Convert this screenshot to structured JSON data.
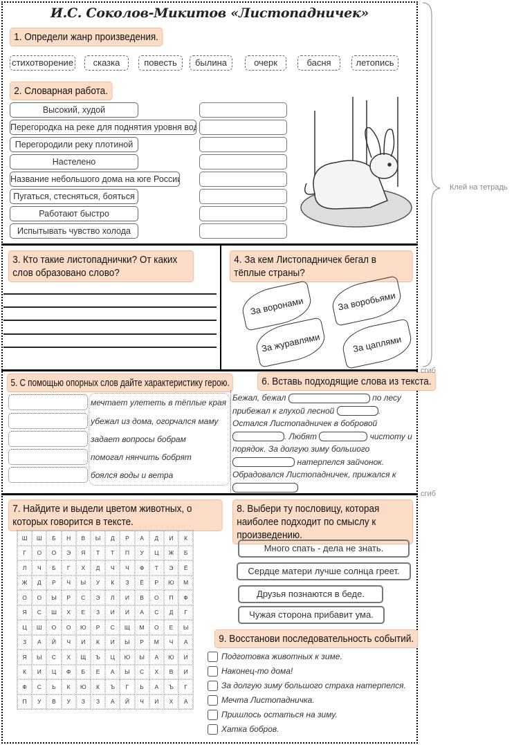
{
  "title": "И.С. Соколов-Микитов «Листопадничек»",
  "s1": {
    "header": "1. Определи жанр произведения.",
    "genres": [
      "стихотворение",
      "сказка",
      "повесть",
      "былина",
      "очерк",
      "басня",
      "летопись"
    ]
  },
  "s2": {
    "header": "2. Словарная работа.",
    "definitions": [
      "Высокий, худой",
      "Перегородка на реке для поднятия уровня воды",
      "Перегородили реку плотиной",
      "Настелено",
      "Название небольшого дома на юге России",
      "Пугаться, стесняться, бояться",
      "Работают быстро",
      "Испытывать чувство холода"
    ],
    "image": "rabbit-illustration"
  },
  "s3": {
    "header": "3. Кто такие листопаднички? От каких слов образовано слово?"
  },
  "s4": {
    "header": "4. За кем Листопадничек бегал в тёплые страны?",
    "options": [
      "За воронами",
      "За воробьями",
      "За журавлями",
      "За цаплями"
    ]
  },
  "s5": {
    "header": "5. С помощью опорных слов дайте характеристику герою.",
    "phrases": [
      "мечтает улететь в тёплые края",
      "убежал из дома, огорчался маму",
      "задает вопросы бобрам",
      "помогал нянчить бобрят",
      "боялся воды и ветра"
    ]
  },
  "s6": {
    "header": "6. Вставь подходящие слова из текста.",
    "t1": "Бежал, бежал",
    "t2": "по лесу прибежал к глухой лесной",
    "t3": ". Остался Листопадничек в бобровой",
    "t4": ". Любят",
    "t5": "чистоту и порядок. За долгую зиму большого",
    "t6": "натерпелся зайчонок. Обрадовался Листопадничек, прижался к"
  },
  "s7": {
    "header": "7. Найдите и выдели цветом животных, о которых говорится в тексте.",
    "grid": [
      [
        "Ш",
        "Ш",
        "Б",
        "Н",
        "В",
        "Ы",
        "Д",
        "Р",
        "А",
        "Д",
        "И",
        "К"
      ],
      [
        "Г",
        "О",
        "О",
        "Э",
        "Я",
        "Т",
        "Т",
        "П",
        "У",
        "Ц",
        "Ж",
        "Б"
      ],
      [
        "Л",
        "Ч",
        "Б",
        "Г",
        "Х",
        "Д",
        "Ч",
        "Ч",
        "Ф",
        "Т",
        "Э",
        "Ё"
      ],
      [
        "Ж",
        "Д",
        "Р",
        "Ч",
        "Ы",
        "У",
        "К",
        "З",
        "Ё",
        "Р",
        "Ю",
        "М"
      ],
      [
        "О",
        "О",
        "Ы",
        "Р",
        "С",
        "Э",
        "Л",
        "И",
        "В",
        "О",
        "П",
        "Ф"
      ],
      [
        "Я",
        "С",
        "Ш",
        "Х",
        "Е",
        "З",
        "И",
        "И",
        "А",
        "С",
        "Д",
        "Г"
      ],
      [
        "Ц",
        "Ш",
        "О",
        "О",
        "Ю",
        "Р",
        "С",
        "Щ",
        "М",
        "О",
        "Е",
        "Ы"
      ],
      [
        "З",
        "А",
        "Й",
        "Ч",
        "И",
        "К",
        "И",
        "Ы",
        "Р",
        "М",
        "Ч",
        "А"
      ],
      [
        "Я",
        "Ы",
        "С",
        "Х",
        "Щ",
        "Ъ",
        "Ц",
        "Ю",
        "Ы",
        "А",
        "Ю",
        "И"
      ],
      [
        "К",
        "И",
        "Ц",
        "Ф",
        "Б",
        "Е",
        "А",
        "Ы",
        "С",
        "Х",
        "В",
        "И"
      ],
      [
        "Ф",
        "С",
        "Ь",
        "К",
        "Ю",
        "К",
        "Ъ",
        "Г",
        "Ь",
        "А",
        "Ъ",
        "Г"
      ],
      [
        "П",
        "У",
        "В",
        "У",
        "З",
        "З",
        "А",
        "Й",
        "Ч",
        "И",
        "Х",
        "А"
      ]
    ]
  },
  "s8": {
    "header": "8. Выбери ту пословицу, которая наиболее подходит по смыслу к произведению.",
    "proverbs": [
      "Много спать - дела не знать.",
      "Сердце матери лучше солнца греет.",
      "Друзья познаются в беде.",
      "Чужая сторона прибавит ума."
    ]
  },
  "s9": {
    "header": "9. Восстанови последовательность событий.",
    "events": [
      "Подготовка животных к зиме.",
      "Наконец-то дома!",
      "За долгую зиму большого страха натерпелся.",
      "Мечта Листопадничка.",
      "Пришлось остаться на зиму.",
      "Хатка бобров."
    ]
  },
  "side": {
    "glue": "Клей на тетрадь",
    "fold1": "сгиб",
    "fold2": "сгиб"
  }
}
